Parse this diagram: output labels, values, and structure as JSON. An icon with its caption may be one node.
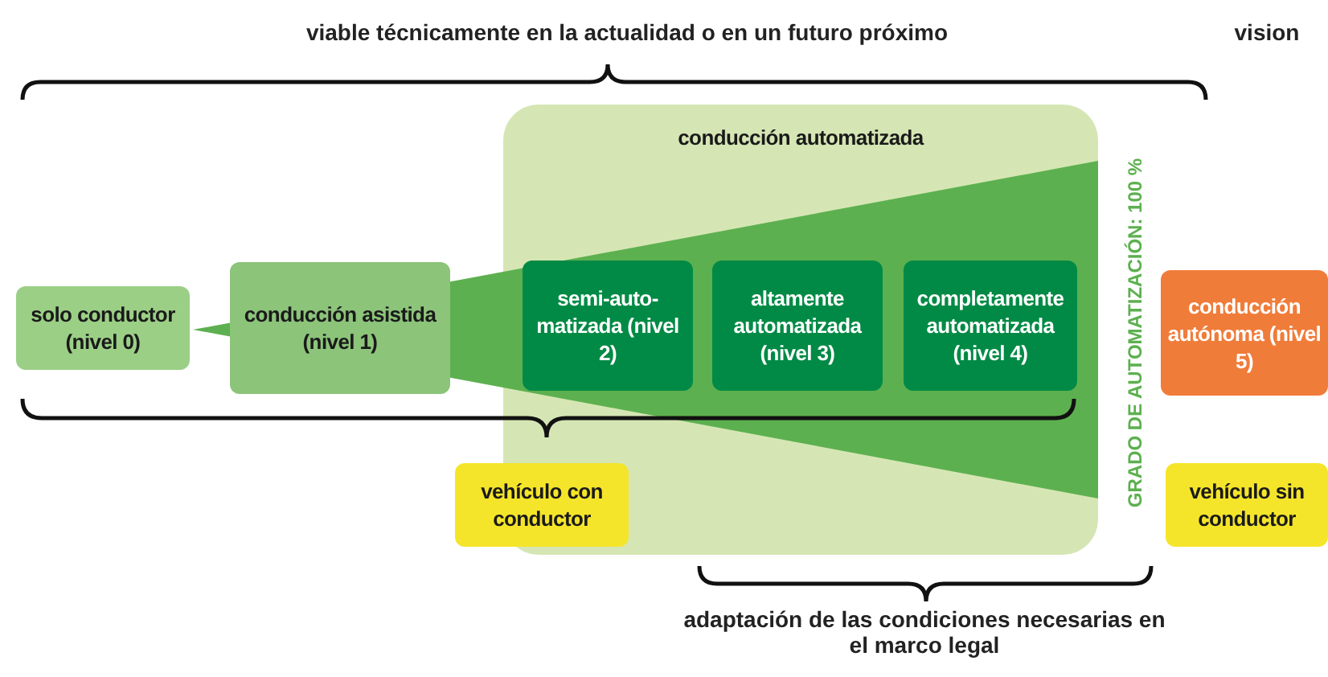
{
  "diagram": {
    "nodes": [
      {
        "text": [
          "solo conductor (nivel 0)"
        ]
      },
      {
        "text": [
          "conducción asistida (nivel 1)"
        ]
      },
      {
        "text": [
          "conducción automatizada"
        ]
      },
      {
        "text": [
          "semi-auto-matizada (nivel 2)"
        ],
        "in": 2
      },
      {
        "text": [
          "altamente automatizada (nivel 3)"
        ],
        "in": 2
      },
      {
        "text": [
          "completamente automatizada (nivel 4)"
        ],
        "in": 2
      },
      {
        "text": [
          "conducción autónoma (nivel 5)"
        ]
      },
      {
        "text": [
          "vehículo con conductor"
        ]
      },
      {
        "text": [
          "vehículo sin conductor"
        ]
      }
    ],
    "labels": [
      "viable técnicamente en la actualidad o en un futuro próximo",
      "vision",
      "GRADO DE AUTOMATIZACIÓN: 100 %",
      "adaptación de las condiciones necesarias en el marco legal"
    ]
  }
}
